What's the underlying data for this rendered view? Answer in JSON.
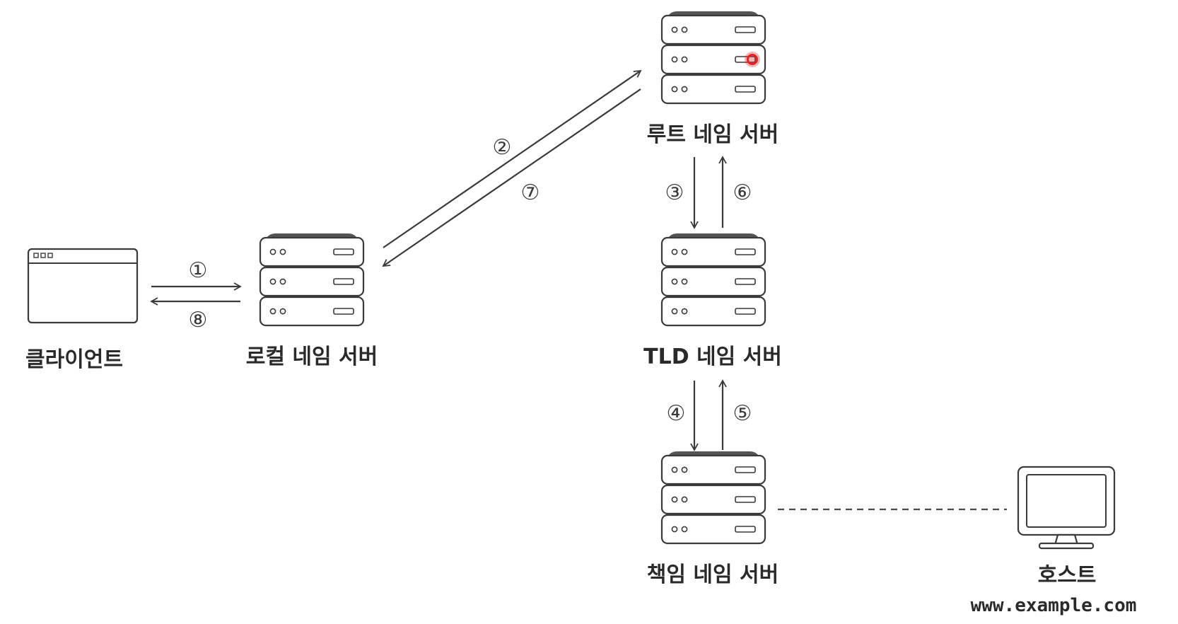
{
  "nodes": {
    "client": {
      "label": "클라이언트"
    },
    "local_server": {
      "label": "로컬 네임 서버"
    },
    "root_server": {
      "label": "루트 네임 서버"
    },
    "tld_server": {
      "label": "TLD 네임 서버"
    },
    "auth_server": {
      "label": "책임 네임 서버"
    },
    "host": {
      "label": "호스트",
      "domain": "www.example.com"
    }
  },
  "steps": {
    "s1": "①",
    "s2": "②",
    "s3": "③",
    "s4": "④",
    "s5": "⑤",
    "s6": "⑥",
    "s7": "⑦",
    "s8": "⑧"
  },
  "colors": {
    "stroke": "#3a3a3a",
    "highlight": "#e0242c"
  }
}
